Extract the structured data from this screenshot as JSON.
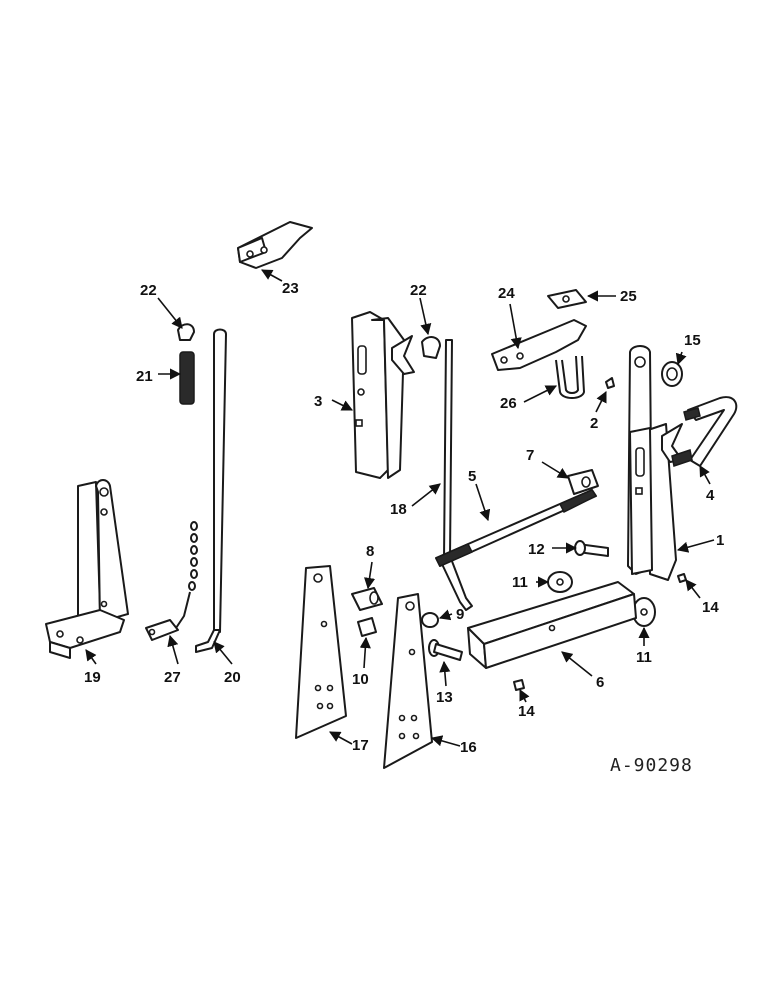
{
  "drawing_code": "A-90298",
  "callouts": [
    "1",
    "2",
    "3",
    "4",
    "5",
    "6",
    "7",
    "8",
    "9",
    "10",
    "11",
    "11",
    "12",
    "13",
    "14",
    "14",
    "15",
    "16",
    "17",
    "18",
    "19",
    "20",
    "21",
    "22",
    "22",
    "23",
    "24",
    "25",
    "26",
    "27"
  ],
  "colors": {
    "line": "#1a1a1a",
    "background": "#ffffff"
  }
}
